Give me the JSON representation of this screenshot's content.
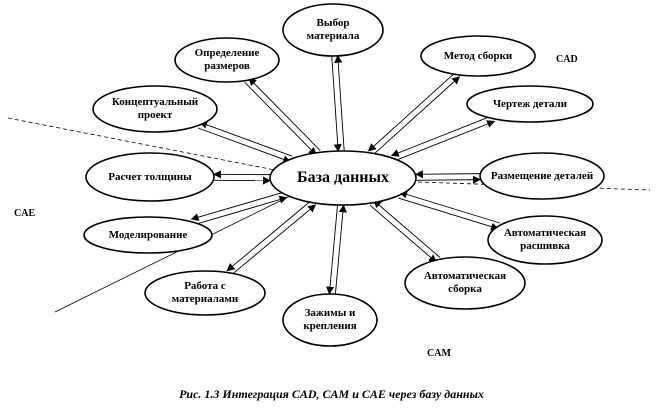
{
  "center": {
    "label": "База данных"
  },
  "nodes": [
    {
      "id": "material",
      "label": "Выбор материала"
    },
    {
      "id": "assembly-method",
      "label": "Метод сборки"
    },
    {
      "id": "part-drawing",
      "label": "Чертеж детали"
    },
    {
      "id": "part-placement",
      "label": "Размещение деталей"
    },
    {
      "id": "auto-layout",
      "label": "Автоматическая расшивка"
    },
    {
      "id": "auto-assembly",
      "label": "Автоматическая сборка"
    },
    {
      "id": "fasteners",
      "label": "Зажимы и крепления"
    },
    {
      "id": "material-handling",
      "label": "Работа с материалами"
    },
    {
      "id": "modeling",
      "label": "Моделирование"
    },
    {
      "id": "thickness-calc",
      "label": "Расчет толщины"
    },
    {
      "id": "concept",
      "label": "Концептуальный проект"
    },
    {
      "id": "sizing",
      "label": "Определение размеров"
    }
  ],
  "zones": {
    "cad": "CAD",
    "cae": "CAE",
    "cam": "CAM"
  },
  "caption": "Рис. 1.3 Интеграция CAD, CAM и CAE через базу данных"
}
